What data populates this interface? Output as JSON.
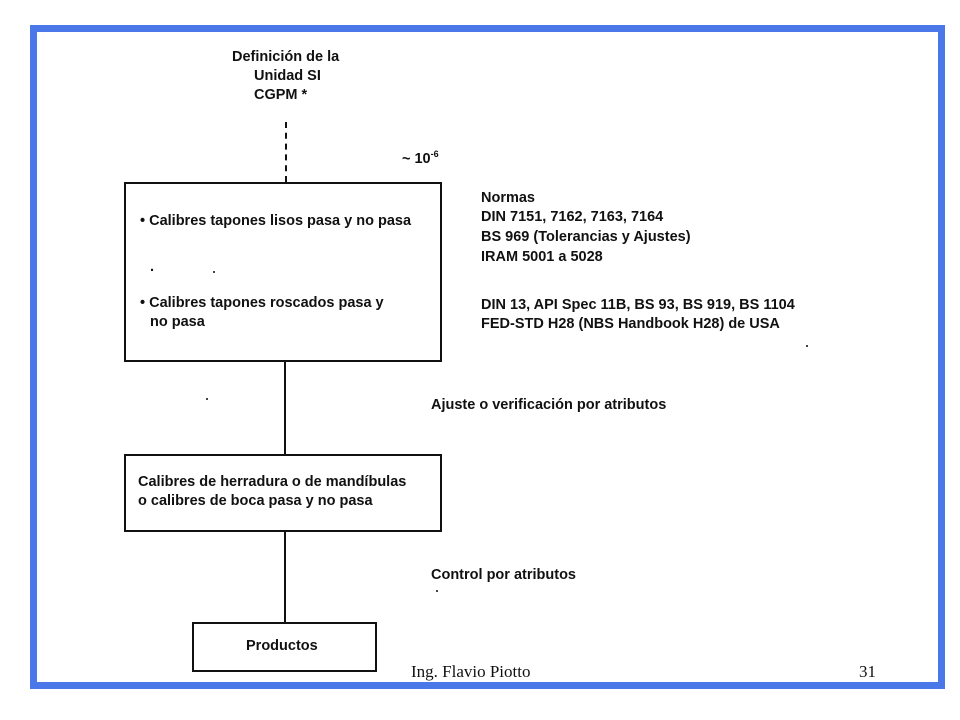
{
  "slide": {
    "border_color": "#4a78e8",
    "top_title": [
      "Definición de la",
      "Unidad SI",
      "CGPM *"
    ],
    "precision_label": "~ 10",
    "precision_exp": "-6",
    "box1": {
      "item1": "• Calibres tapones lisos pasa y no pasa",
      "dot": "·",
      "item2_line1": "• Calibres tapones roscados pasa y",
      "item2_line2": "no pasa"
    },
    "normas": {
      "lines": [
        "Normas",
        "DIN 7151, 7162, 7163, 7164",
        "BS 969 (Tolerancias y Ajustes)",
        "IRAM 5001 a 5028"
      ],
      "lines2": [
        "DIN 13, API Spec 11B, BS 93, BS 919, BS 1104",
        "FED-STD H28 (NBS Handbook H28) de USA"
      ]
    },
    "label_ajuste": "Ajuste o verificación por atributos",
    "box2": [
      "Calibres de herradura o de mandíbulas",
      "o calibres de boca pasa y no pasa"
    ],
    "label_control": "Control por atributos",
    "box3": "Productos"
  },
  "footer": {
    "author": "Ing.  Flavio Piotto",
    "page_number": "31"
  }
}
